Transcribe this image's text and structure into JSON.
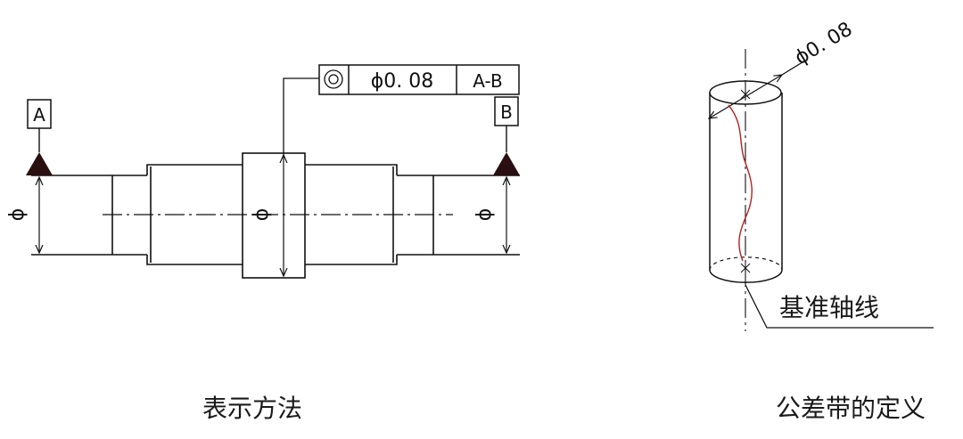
{
  "left_diagram": {
    "datum_a_label": "A",
    "datum_b_label": "B",
    "frame_symbol": "concentricity-symbol",
    "frame_tolerance": "ϕ0. 08",
    "frame_datum_ref": "A-B",
    "diameter_symbol": "ϕ",
    "caption": "表示方法"
  },
  "right_diagram": {
    "tolerance_label": "ϕ0. 08",
    "axis_label": "基准轴线",
    "caption": "公差带的定义"
  },
  "colors": {
    "line": "#111111",
    "datum_triangle": "#2a0f10",
    "actual_axis": "#b22222"
  }
}
